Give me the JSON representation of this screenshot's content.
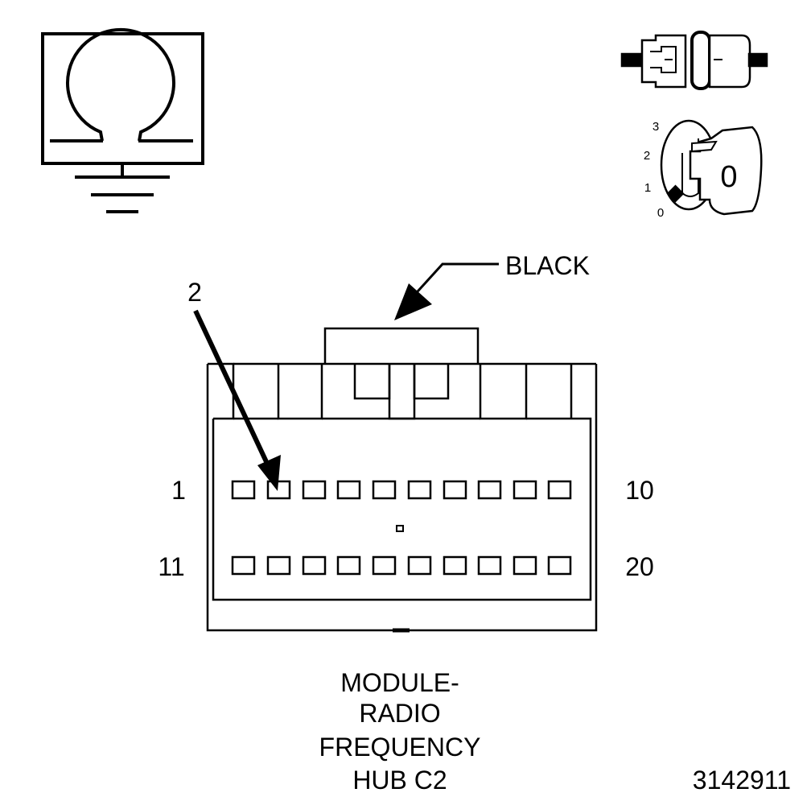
{
  "connector": {
    "color_label": "BLACK",
    "callout_pin": "2",
    "row1_first": "1",
    "row1_last": "10",
    "row2_first": "11",
    "row2_last": "20",
    "pins_per_row": 10
  },
  "caption": {
    "line1": "MODULE-",
    "line2": "RADIO",
    "line3": "FREQUENCY",
    "line4": "HUB C2"
  },
  "figure_id": "3142911",
  "ignition": {
    "pos0": "0",
    "pos1": "1",
    "pos2": "2",
    "pos3": "3",
    "key_position": "0"
  },
  "icons": {
    "ohmmeter": "ohmmeter-ground-icon",
    "disconnect": "connector-disconnected-icon",
    "ignition": "ignition-key-icon"
  }
}
